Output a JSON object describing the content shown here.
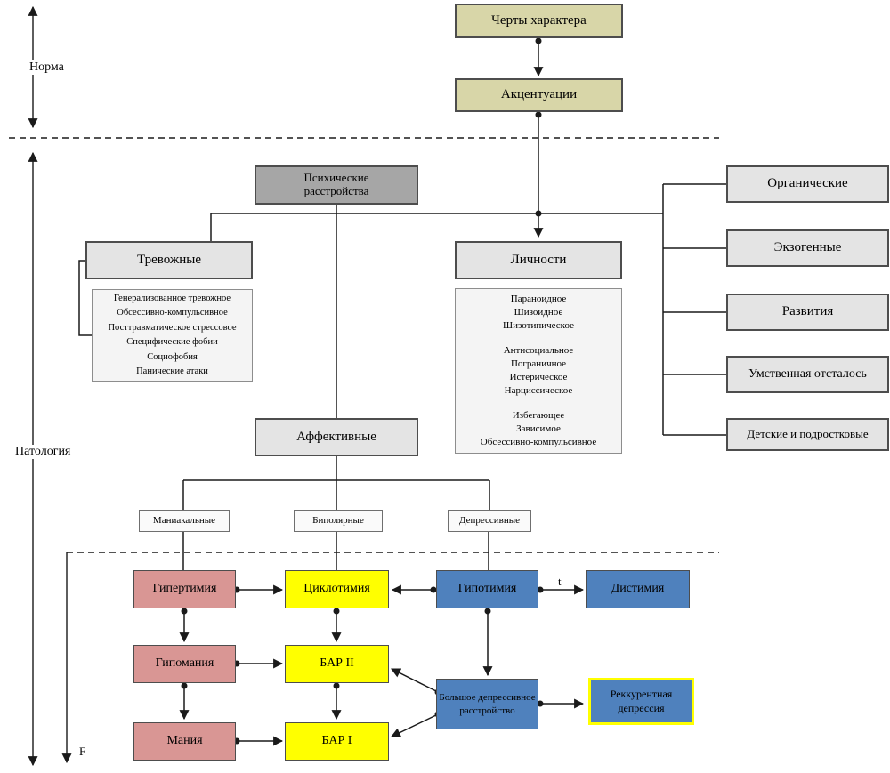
{
  "labels": {
    "norm": "Норма",
    "pathology": "Патология",
    "f_axis": "F",
    "t_marker": "t"
  },
  "nodes": {
    "traits": "Черты характера",
    "accentuations": "Акцентуации",
    "mental_disorders": "Психические расстройства",
    "anxiety": "Тревожные",
    "personality": "Личности",
    "affective": "Аффективные",
    "organic": "Органические",
    "exogenous": "Экзогенные",
    "development": "Развития",
    "retardation": "Умственная отсталось",
    "children": "Детские и подростковые",
    "manic": "Маниакальные",
    "bipolar": "Биполярные",
    "depressive": "Депрессивные",
    "hyperthymia": "Гипертимия",
    "cyclothymia": "Циклотимия",
    "hypothymia": "Гипотимия",
    "dysthymia": "Дистимия",
    "hypomania": "Гипомания",
    "bar_ii": "БАР II",
    "mania": "Мания",
    "bar_i": "БАР I",
    "mdd": "Большое депрессивное расстройство",
    "recurrent": "Реккурентная депрессия"
  },
  "anxiety_list": [
    "Генерализованное тревожное",
    "Обсессивно-компульсивное",
    "Посттравматическое стрессовое",
    "Специфические фобии",
    "Социофобия",
    "Панические атаки"
  ],
  "personality_list": [
    [
      "Параноидное",
      "Шизоидное",
      "Шизотипическое"
    ],
    [
      "Антисоциальное",
      "Пограничное",
      "Истерическое",
      "Нарциссическое"
    ],
    [
      "Избегающее",
      "Зависимое",
      "Обсессивно-компульсивное"
    ]
  ],
  "colors": {
    "beige": "#d8d6a8",
    "graybox": "#a6a6a6",
    "lightbox": "#e4e4e4",
    "palebox": "#f4f4f4",
    "subbox": "#fafafa",
    "pink": "#d99694",
    "yellow": "#ffff00",
    "blue": "#4f81bd",
    "recurrent_border": "#ffff00",
    "line": "#1a1a1a"
  }
}
